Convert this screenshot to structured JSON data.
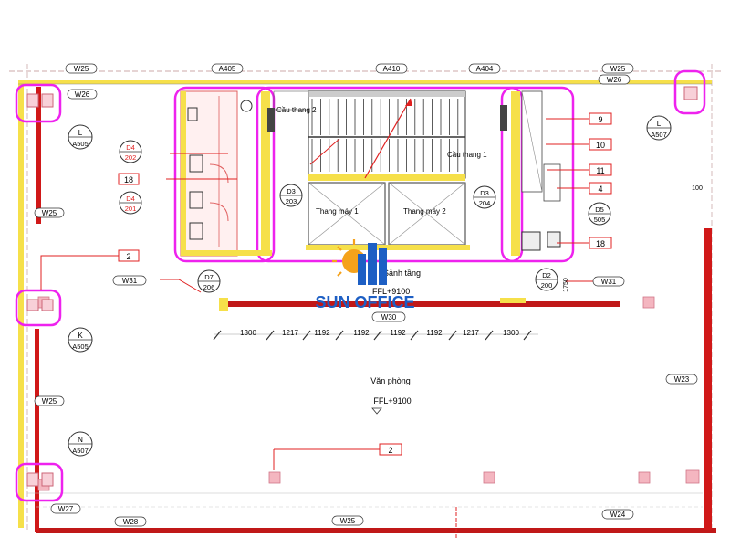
{
  "colors": {
    "wall": "#e02020",
    "wall_dark": "#a01818",
    "magenta": "#ee22ee",
    "yellow": "#f6e04a",
    "blueprint": "#555566",
    "grid": "#f3a6a6",
    "brand_blue": "#1d5fc4",
    "brand_orange": "#f5a21b"
  },
  "wall_tags": [
    "W25",
    "W26",
    "A405",
    "A410",
    "A404",
    "W25",
    "W26",
    "W25",
    "W31",
    "W25",
    "W30",
    "W23",
    "W27",
    "W28",
    "W25",
    "W24",
    "W31"
  ],
  "section_marks": [
    {
      "letter": "L",
      "ref": "A505"
    },
    {
      "letter": "L",
      "ref": "A507"
    },
    {
      "letter": "K",
      "ref": "A505"
    },
    {
      "letter": "N",
      "ref": "A507"
    }
  ],
  "door_marks": [
    {
      "code": "D4",
      "num": "202"
    },
    {
      "code": "D4",
      "num": "201"
    },
    {
      "code": "D3",
      "num": "203"
    },
    {
      "code": "D3",
      "num": "204"
    },
    {
      "code": "D5",
      "num": "505"
    },
    {
      "code": "D7",
      "num": "206"
    },
    {
      "code": "D2",
      "num": "200"
    }
  ],
  "boxed_numbers": [
    "18",
    "2",
    "9",
    "10",
    "11",
    "4",
    "18",
    "2"
  ],
  "stair_labels": [
    "Cầu thang 2",
    "Cầu thang 1"
  ],
  "elevators": [
    "Thang máy 1",
    "Thang máy 2"
  ],
  "dimensions": [
    "1300",
    "1217",
    "1192",
    "1192",
    "1192",
    "1192",
    "1217",
    "1300"
  ],
  "vertical_dims": [
    "100",
    "1750"
  ],
  "rooms": [
    {
      "name": "Sảnh tầng",
      "level": "FFL+9100"
    },
    {
      "name": "Văn phòng",
      "level": "FFL+9100"
    }
  ],
  "brand": "SUN OFFICE"
}
